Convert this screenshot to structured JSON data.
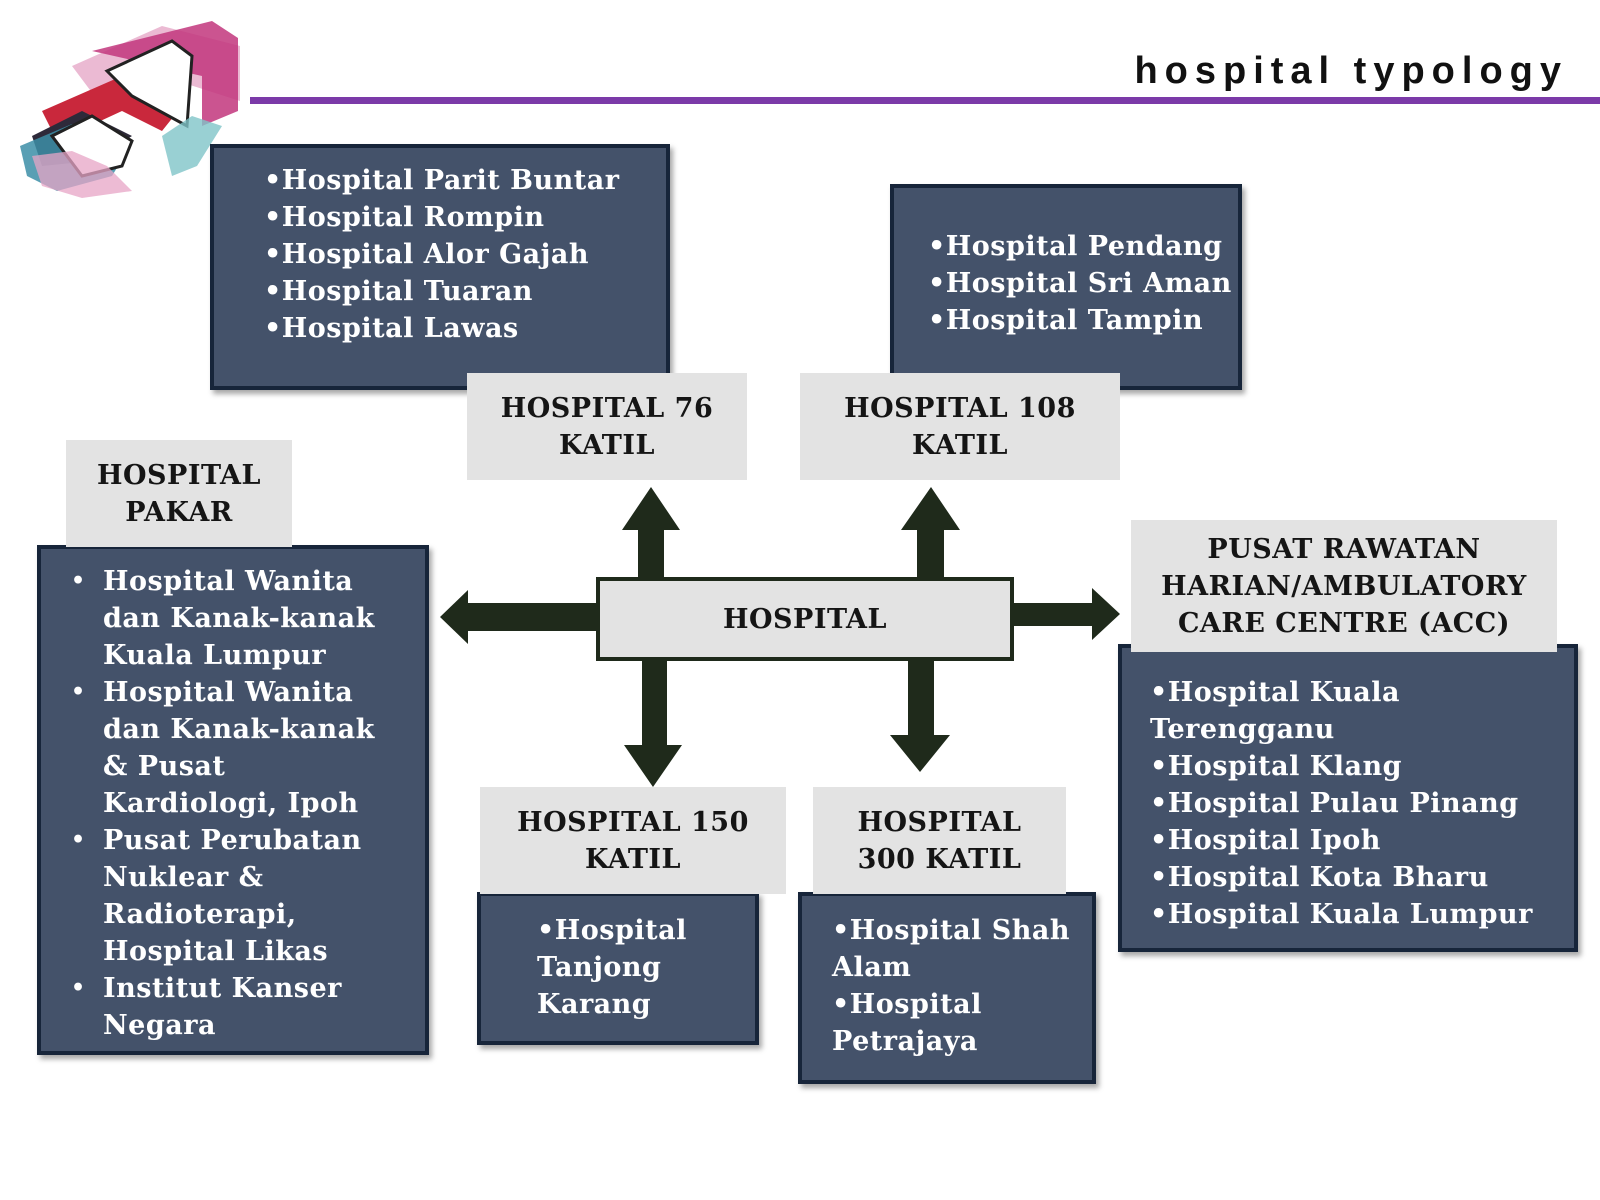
{
  "header": {
    "title": "hospital typology"
  },
  "center": {
    "label": "HOSPITAL"
  },
  "hospital_76": {
    "label": "HOSPITAL 76\nKATIL",
    "items": [
      "•Hospital Parit Buntar",
      "•Hospital Rompin",
      "•Hospital Alor Gajah",
      "•Hospital Tuaran",
      "•Hospital Lawas"
    ]
  },
  "hospital_108": {
    "label": "HOSPITAL 108\nKATIL",
    "items": [
      "•Hospital Pendang",
      "•Hospital Sri Aman",
      "•Hospital Tampin"
    ]
  },
  "hospital_pakar": {
    "label": "HOSPITAL\nPAKAR",
    "items": [
      "Hospital Wanita dan Kanak-kanak Kuala Lumpur",
      "Hospital Wanita dan Kanak-kanak & Pusat Kardiologi, Ipoh",
      " Pusat Perubatan Nuklear & Radioterapi, Hospital Likas",
      "Institut Kanser Negara"
    ]
  },
  "acc": {
    "label": "PUSAT RAWATAN\nHARIAN/AMBULATORY\nCARE CENTRE (ACC)",
    "items": [
      "•Hospital Kuala Terengganu",
      "•Hospital Klang",
      "•Hospital Pulau Pinang",
      "•Hospital Ipoh",
      "•Hospital Kota Bharu",
      "•Hospital Kuala Lumpur"
    ]
  },
  "hospital_150": {
    "label": "HOSPITAL 150\nKATIL",
    "items": [
      "•Hospital Tanjong Karang"
    ]
  },
  "hospital_300": {
    "label": "HOSPITAL\n300 KATIL",
    "items": [
      "•Hospital Shah Alam",
      "•Hospital Petrajaya"
    ]
  },
  "colors": {
    "box_fill": "#44526a",
    "box_border": "#17253a",
    "label_fill": "#e3e3e3",
    "arrow": "#1f2a1b",
    "rule": "#7b3aa8"
  },
  "icons": {
    "logo": "brand-logo"
  }
}
